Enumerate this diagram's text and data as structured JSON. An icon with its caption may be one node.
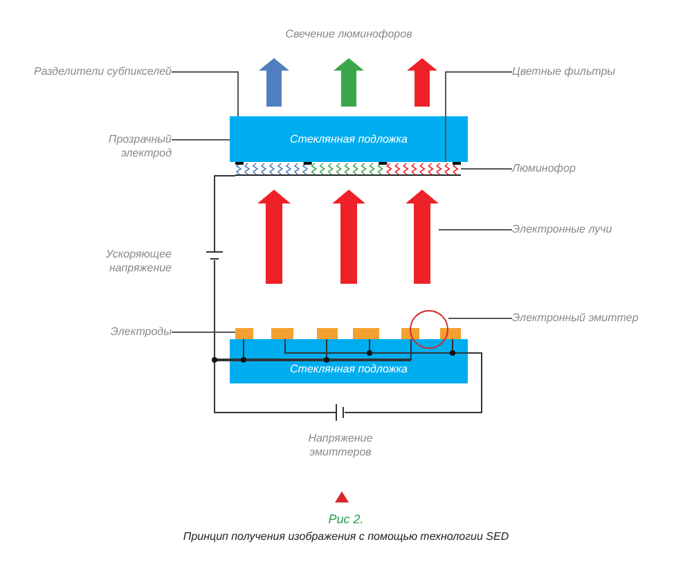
{
  "diagram": {
    "caption": "Принцип получения изображения с помощью технологии SED",
    "nodes": [
      {
        "text": [
          "Стеклянная подложка"
        ]
      },
      {
        "text": [],
        "shape": "bar"
      },
      {
        "text": [
          "Стеклянная подложка"
        ]
      },
      {
        "text": [],
        "shape": "box"
      },
      {
        "text": [],
        "shape": "circle"
      },
      {
        "text": [
          "Разделители субпикселей"
        ]
      },
      {
        "text": [
          "Цветные фильтры"
        ]
      },
      {
        "text": [
          "Прозрачный электрод"
        ]
      },
      {
        "text": [
          "Люминофор"
        ]
      },
      {
        "text": [
          "Электронные лучи"
        ]
      },
      {
        "text": [
          "Электроды"
        ]
      },
      {
        "text": [
          "Электронный эмиттер"
        ]
      }
    ],
    "edges": [
      {
        "from": 5,
        "to": 0,
        "arrow": "none"
      },
      {
        "from": 6,
        "to": 1,
        "arrow": "none"
      },
      {
        "from": 7,
        "to": 0,
        "arrow": "none"
      },
      {
        "from": 8,
        "to": 1,
        "arrow": "none"
      },
      {
        "from": 9,
        "to": null,
        "arrow": "none"
      },
      {
        "from": 10,
        "to": 3,
        "arrow": "none"
      },
      {
        "from": 11,
        "to": 4,
        "arrow": "none"
      },
      {
        "from": 4,
        "to": 1,
        "arrow": "to",
        "style": "thick",
        "color": "#ee2028"
      }
    ],
    "labels": [
      "Свечение люминофоров",
      "Ускоряющее напряжение",
      "Напряжение эмиттеров",
      "Рис 2."
    ]
  }
}
